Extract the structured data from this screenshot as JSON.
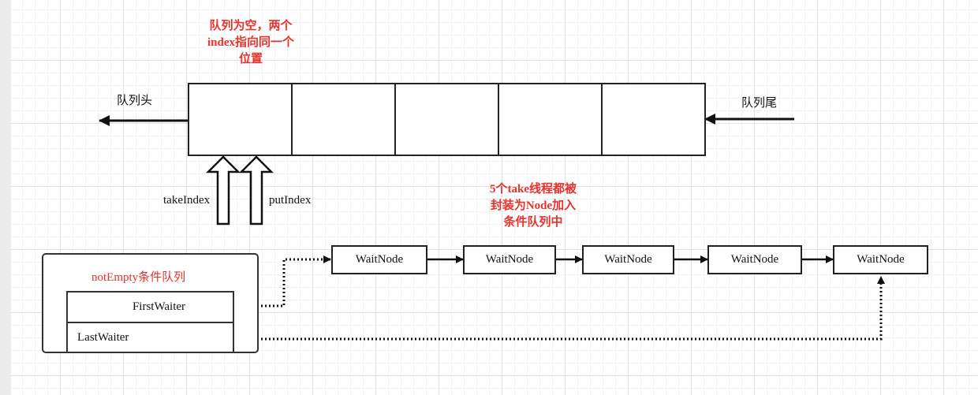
{
  "annotations": {
    "empty_queue": [
      "队列为空，两个",
      "index指向同一个",
      "位置"
    ],
    "take_threads": [
      "5个take线程都被",
      "封装为Node加入",
      "条件队列中"
    ]
  },
  "labels": {
    "queue_head": "队列头",
    "queue_tail": "队列尾",
    "take_index": "takeIndex",
    "put_index": "putIndex"
  },
  "queue_cells": 5,
  "condition_queue": {
    "title": "notEmpty条件队列",
    "first_waiter": "FirstWaiter",
    "last_waiter": "LastWaiter"
  },
  "wait_nodes": [
    "WaitNode",
    "WaitNode",
    "WaitNode",
    "WaitNode",
    "WaitNode"
  ],
  "colors": {
    "annotation": "#e8322b",
    "line": "#222222"
  }
}
